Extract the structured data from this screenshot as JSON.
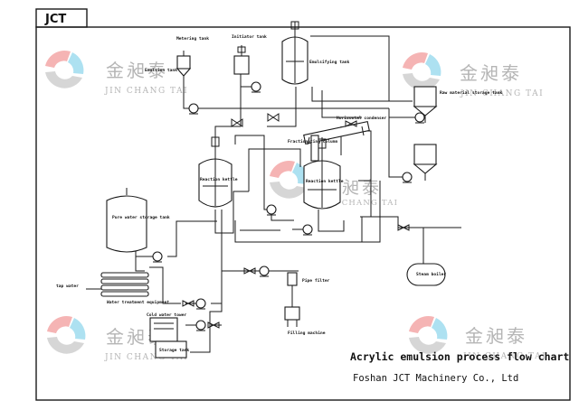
{
  "brand": {
    "logo_text": "JCT"
  },
  "watermark": {
    "chinese": "金昶泰",
    "latin": "JIN CHANG TAI",
    "ring_colors": [
      "#f2a3a3",
      "#9fdcef",
      "#b7b7b7"
    ]
  },
  "title": "Acrylic emulsion process flow chart",
  "company": "Foshan JCT Machinery Co., Ltd",
  "equipment": {
    "metering_tank": "Metering tank",
    "emulsion_tank_small": "Emulsion tank",
    "initiator_tank": "Initiator tank",
    "emulsifying_tank": "Emulsifying tank",
    "raw_material_storage_tank": "Raw material storage tank",
    "horizontal_condenser": "Horizontal condenser",
    "reaction_kettle_left": "Reaction kettle",
    "reaction_kettle_right": "Reaction kettle",
    "fractionating_column": "Fractionating column",
    "pure_water_storage_tank": "Pure water storage tank",
    "tap_water": "tap water",
    "water_treatment_equipment": "Water treatment equipment",
    "cold_water_tower": "Cold water tower",
    "storage_tank": "Storage tank",
    "pipe_filter": "Pipe filter",
    "filling_machine": "Filling machine",
    "steam_boiler": "Steam boiler"
  }
}
